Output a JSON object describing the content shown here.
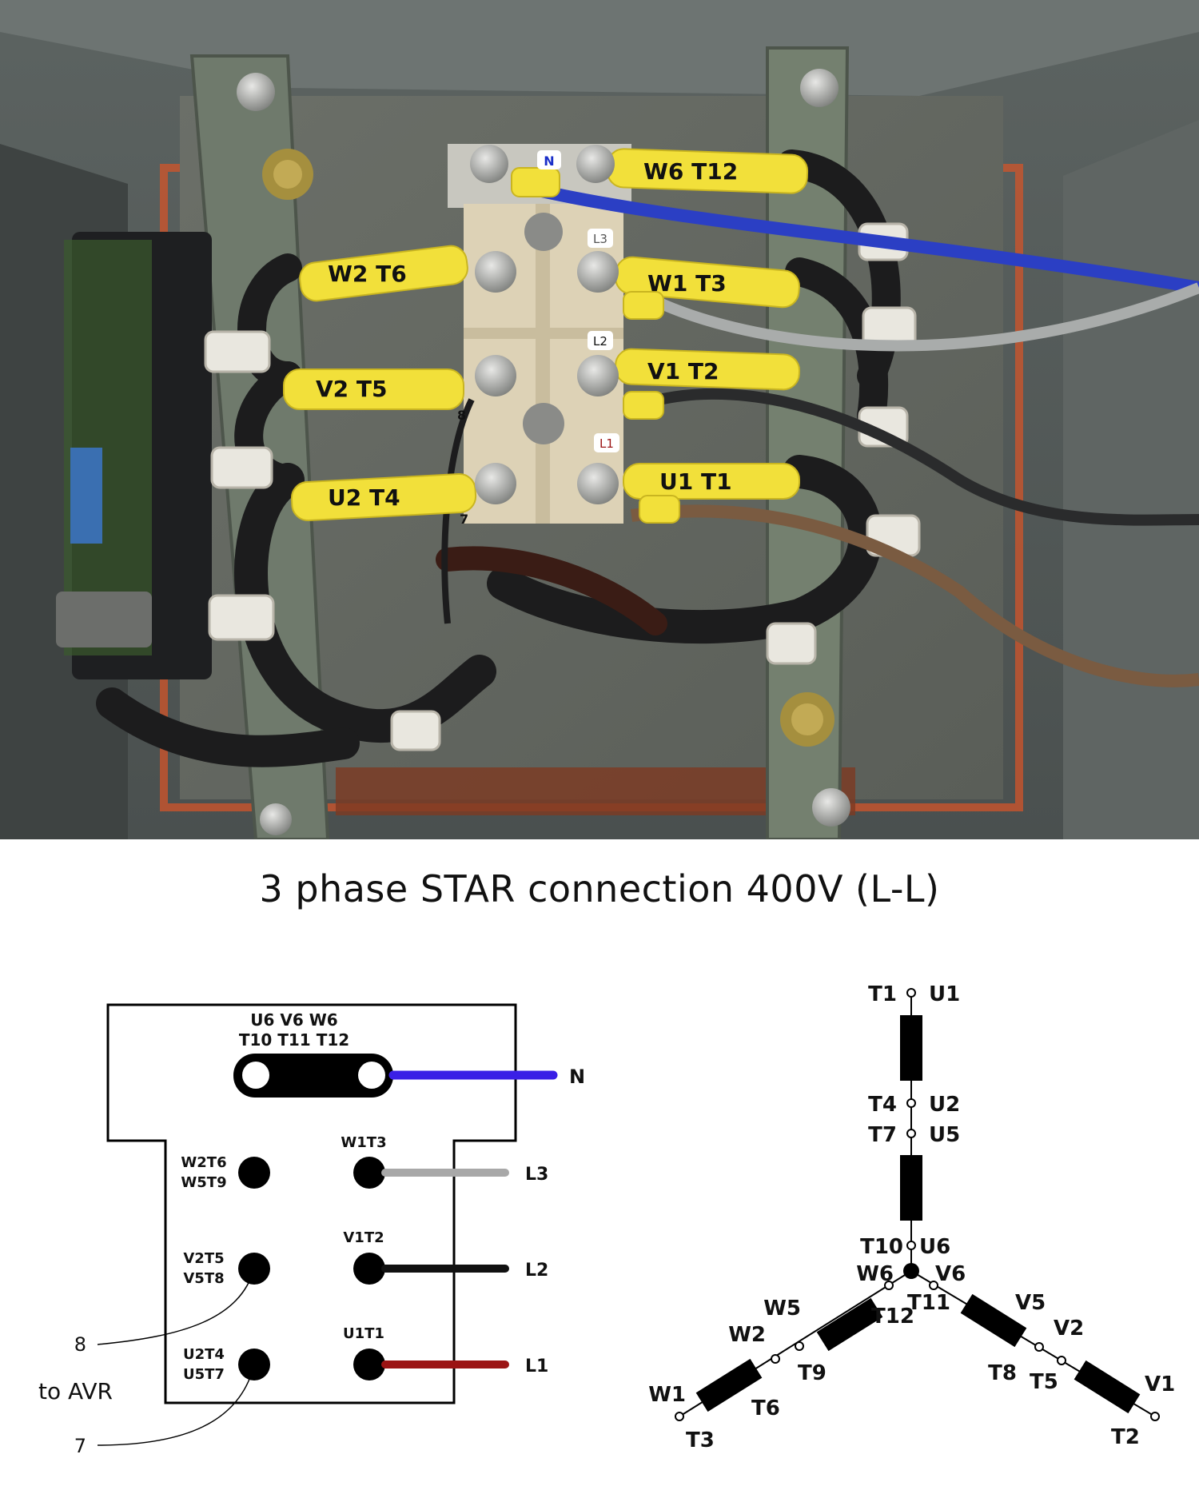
{
  "title": "3 phase STAR connection 400V (L-L)",
  "photo": {
    "terminal_tags": {
      "n": "N",
      "l3": "L3",
      "l2": "L2",
      "l1": "L1"
    },
    "sleeve_labels": {
      "w6_t12": "W6 T12",
      "w2_t6": "W2 T6",
      "w1_t3": "W1 T3",
      "v2_t5": "V2 T5",
      "v1_t2": "V1 T2",
      "u2_t4": "U2 T4",
      "u1_t1": "U1 T1",
      "wire_8": "8",
      "wire_7": "7"
    },
    "colors": {
      "neutral_wire": "#2b3fc4",
      "l3_wire": "#a9acab",
      "l2_wire": "#2a2b2c",
      "l1_wire": "#7a5b41",
      "sleeve": "#f2e03a"
    }
  },
  "terminal_diagram": {
    "bridge_top": "U6  V6  W6",
    "bridge_bottom": "T10 T11 T12",
    "outputs": {
      "n": "N",
      "l3": "L3",
      "l2": "L2",
      "l1": "L1"
    },
    "terminals": {
      "w2t6": "W2T6",
      "w5t9": "W5T9",
      "w1t3": "W1T3",
      "v2t5": "V2T5",
      "v5t8": "V5T8",
      "v1t2": "V1T2",
      "u2t4": "U2T4",
      "u5t7": "U5T7",
      "u1t1": "U1T1"
    },
    "avr": {
      "wire8": "8",
      "wire7": "7",
      "caption": "to AVR"
    },
    "colors": {
      "n": "#3a1fe6",
      "l3": "#a8a8a8",
      "l2": "#111111",
      "l1": "#9b1414"
    }
  },
  "star_diagram": {
    "labels": {
      "t1": "T1",
      "u1": "U1",
      "t4": "T4",
      "u2": "U2",
      "t7": "T7",
      "u5": "U5",
      "t10": "T10",
      "u6": "U6",
      "w6": "W6",
      "v6": "V6",
      "t11": "T11",
      "t12": "T12",
      "w5": "W5",
      "v5": "V5",
      "w2": "W2",
      "v2": "V2",
      "t9": "T9",
      "t8": "T8",
      "t5": "T5",
      "w1": "W1",
      "v1": "V1",
      "t6": "T6",
      "t3": "T3",
      "t2": "T2"
    }
  }
}
